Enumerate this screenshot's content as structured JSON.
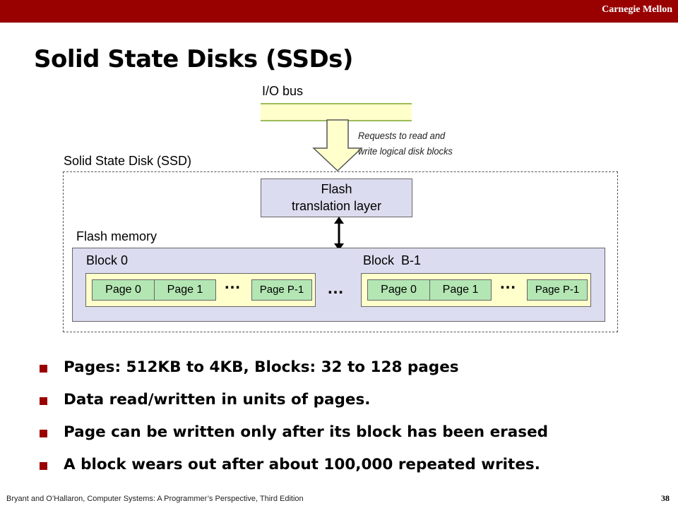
{
  "header": {
    "brand": "Carnegie Mellon"
  },
  "title": "Solid State Disks (SSDs)",
  "diagram": {
    "io_bus_label": "I/O bus",
    "requests_note": [
      "Requests to read and",
      "write logical disk blocks"
    ],
    "ssd_label": "Solid State Disk (SSD)",
    "ftl_lines": [
      "Flash",
      "translation layer"
    ],
    "flash_memory_label": "Flash memory",
    "block_first_label": "Block 0",
    "block_last_label": "Block  B-1",
    "pages": [
      "Page 0",
      "Page 1",
      "Page P-1"
    ],
    "ellipsis": "…",
    "colors": {
      "bus_fill": "#ffffcc",
      "bus_line": "#9bbb59",
      "ftl_fill": "#dcdcf0",
      "block_fill": "#ffffcc",
      "page_fill": "#b3e6b3"
    }
  },
  "bullets": [
    "Pages: 512KB to 4KB, Blocks: 32 to 128 pages",
    "Data read/written in units of pages.",
    "Page can be written only after its block has been erased",
    "A block wears out after about 100,000 repeated writes."
  ],
  "footer": {
    "citation": "Bryant and O’Hallaron, Computer Systems: A Programmer’s Perspective, Third Edition",
    "page_number": "38"
  },
  "theme": {
    "bar_color": "#990000"
  }
}
